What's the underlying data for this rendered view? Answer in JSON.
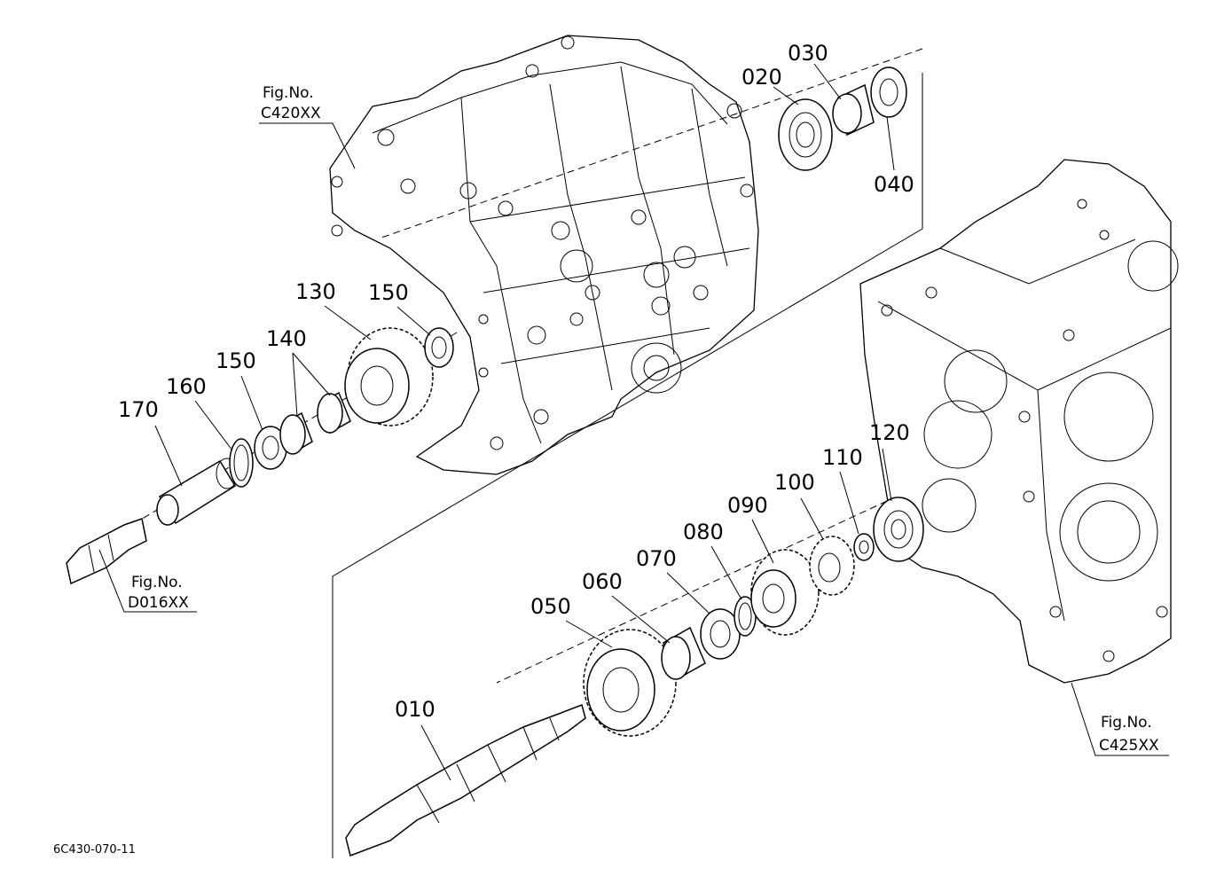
{
  "diagram": {
    "parts": [
      {
        "id": "010"
      },
      {
        "id": "020"
      },
      {
        "id": "030"
      },
      {
        "id": "040"
      },
      {
        "id": "050"
      },
      {
        "id": "060"
      },
      {
        "id": "070"
      },
      {
        "id": "080"
      },
      {
        "id": "090"
      },
      {
        "id": "100"
      },
      {
        "id": "110"
      },
      {
        "id": "120"
      },
      {
        "id": "130"
      },
      {
        "id": "140"
      },
      {
        "id": "150"
      },
      {
        "id": "150"
      },
      {
        "id": "160"
      },
      {
        "id": "170"
      }
    ],
    "figure_refs": [
      {
        "label": "Fig.No.",
        "code": "C420XX"
      },
      {
        "label": "Fig.No.",
        "code": "D016XX"
      },
      {
        "label": "Fig.No.",
        "code": "C425XX"
      }
    ],
    "drawing_code": "6C430-070-11"
  }
}
